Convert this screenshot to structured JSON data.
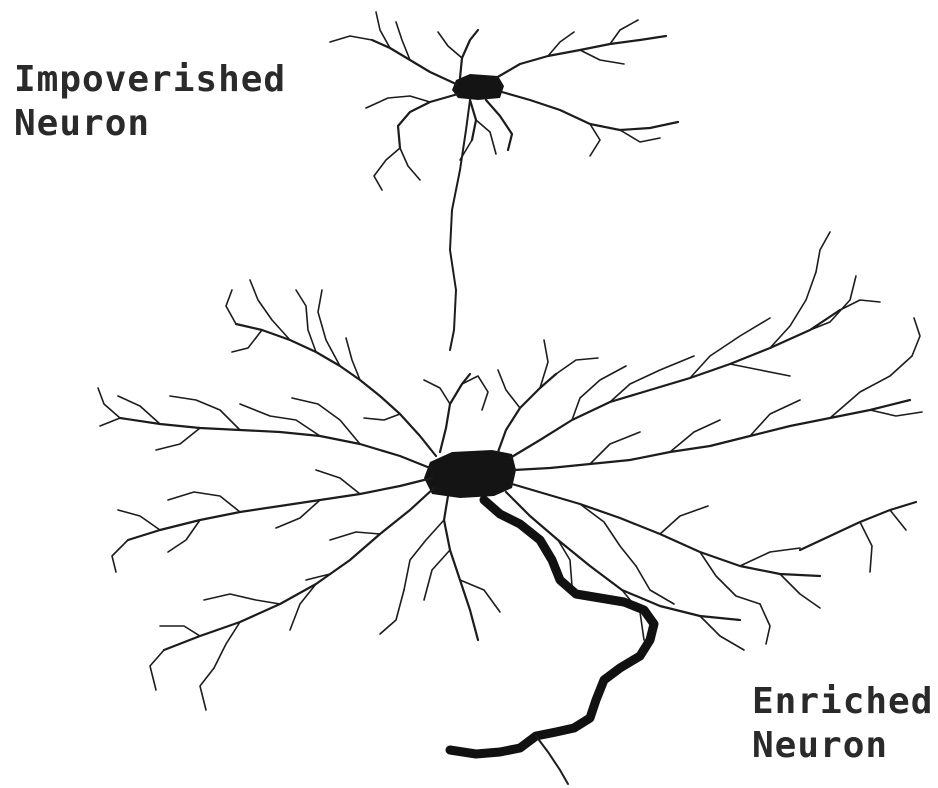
{
  "labels": {
    "impoverished_line1": "Impoverished",
    "impoverished_line2": "Neuron",
    "enriched_line1": "Enriched",
    "enriched_line2": "Neuron"
  },
  "colors": {
    "background": "#ffffff",
    "ink": "#1c1c1c"
  }
}
